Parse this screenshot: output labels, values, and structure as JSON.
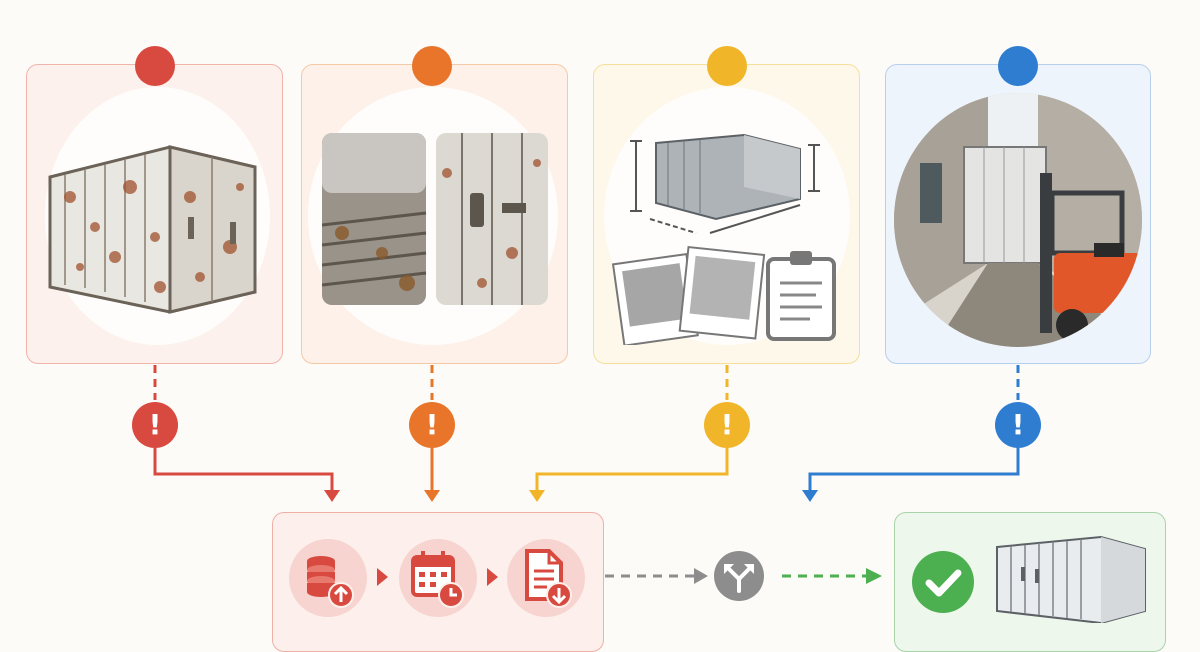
{
  "colors": {
    "red": "#d84a3f",
    "orange": "#e8752a",
    "yellow": "#f1b52a",
    "blue": "#2f7dd1",
    "gray": "#8d8d8d",
    "green": "#4caf50"
  },
  "stages": [
    {
      "id": "stage-1",
      "color": "red",
      "illustration": "rusty-container-photo"
    },
    {
      "id": "stage-2",
      "color": "orange",
      "illustration": "damaged-floor-and-doors-photos"
    },
    {
      "id": "stage-3",
      "color": "yellow",
      "illustration": "container-dimensions-photos-clipboard"
    },
    {
      "id": "stage-4",
      "color": "blue",
      "illustration": "alley-forklift-photo"
    }
  ],
  "alerts": [
    {
      "icon": "exclamation-icon",
      "glyph": "!"
    },
    {
      "icon": "exclamation-icon",
      "glyph": "!"
    },
    {
      "icon": "exclamation-icon",
      "glyph": "!"
    },
    {
      "icon": "exclamation-icon",
      "glyph": "!"
    }
  ],
  "process_steps": [
    {
      "icon": "database-upload-icon"
    },
    {
      "icon": "calendar-clock-icon"
    },
    {
      "icon": "document-download-icon"
    }
  ],
  "decision": {
    "icon": "split-arrows-icon"
  },
  "result": {
    "icon": "check-circle-icon",
    "illustration": "clean-container-photo"
  }
}
